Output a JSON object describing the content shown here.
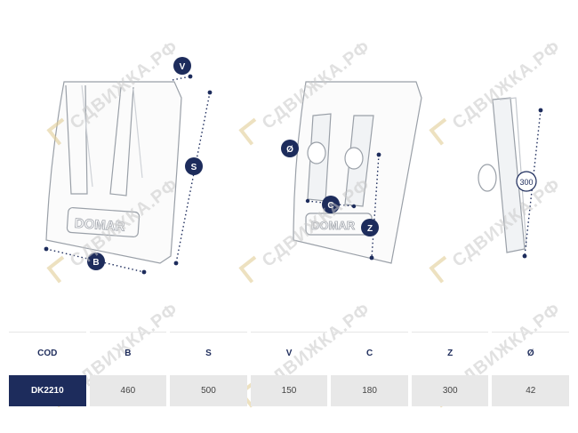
{
  "watermark": "СДВИЖКА.РФ",
  "diagram": {
    "logo_text": "DOMAR",
    "labels": {
      "v": "V",
      "s": "S",
      "b": "B",
      "diameter": "Ø",
      "c": "C",
      "z": "Z",
      "height_300": "300"
    }
  },
  "colors": {
    "navy": "#1d2c5c",
    "cell_grey": "#e8e8e8",
    "outline": "#9aa0a8"
  },
  "table": {
    "headers": [
      "COD",
      "B",
      "S",
      "V",
      "C",
      "Z",
      "Ø"
    ],
    "rows": [
      [
        "DK2210",
        "460",
        "500",
        "150",
        "180",
        "300",
        "42"
      ]
    ]
  }
}
